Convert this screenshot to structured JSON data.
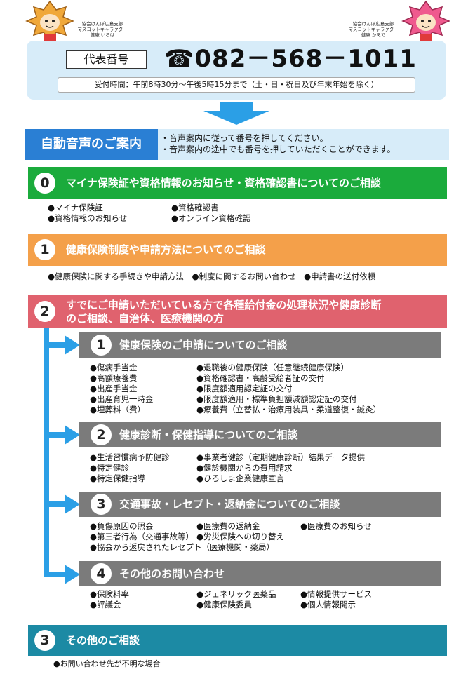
{
  "mascots": {
    "left": {
      "org": "協会けんぽ広島支部",
      "role": "マスコットキャラクター",
      "name": "健康 いろは"
    },
    "right": {
      "org": "協会けんぽ広島支部",
      "role": "マスコットキャラクター",
      "name": "健康 かえで"
    }
  },
  "phone": {
    "label": "代表番号",
    "icon": "telephone-icon",
    "number": "☎082－568－1011",
    "hours": "受付時間：午前8時30分～午後5時15分まで（土・日・祝日及び年末年始を除く）"
  },
  "auto": {
    "title": "自動音声のご案内",
    "line1": "・音声案内に従って番号を押してください。",
    "line2": "・音声案内の途中でも番号を押していただくことができます。"
  },
  "sections": [
    {
      "num": "0",
      "color": "#1bab3c",
      "title": "マイナ保険証や資格情報のお知らせ・資格確認書についてのご相談",
      "items_col1": [
        "●マイナ保険証",
        "●資格情報のお知らせ"
      ],
      "items_col2": [
        "●資格確認書",
        "●オンライン資格確認"
      ]
    },
    {
      "num": "1",
      "color": "#f4a04a",
      "title": "健康保険制度や申請方法についてのご相談",
      "items_line": "●健康保険に関する手続きや申請方法　●制度に関するお問い合わせ　●申請書の送付依頼"
    },
    {
      "num": "2",
      "color": "#e0626e",
      "title_line1": "すでにご申請いただいている方で各種給付金の処理状況や健康診断",
      "title_line2": "のご相談、自治体、医療機関の方"
    },
    {
      "num": "3",
      "color": "#1c8aa4",
      "title": "その他のご相談",
      "items_line": "●お問い合わせ先が不明な場合"
    }
  ],
  "subsections": [
    {
      "num": "1",
      "title": "健康保険のご申請についてのご相談",
      "col1": [
        "●傷病手当金",
        "●高額療養費",
        "●出産手当金",
        "●出産育児一時金",
        "●埋葬料（費）"
      ],
      "col2": [
        "●退職後の健康保険（任意継続健康保険）",
        "●資格確認書・高齢受給者証の交付",
        "●限度額適用認定証の交付",
        "●限度額適用・標準負担額減額認定証の交付",
        "●療養費（立替払・治療用装具・柔道整復・鍼灸）"
      ]
    },
    {
      "num": "2",
      "title": "健康診断・保健指導についてのご相談",
      "col1": [
        "●生活習慣病予防健診",
        "●特定健診",
        "●特定保健指導"
      ],
      "col2": [
        "●事業者健診（定期健康診断）結果データ提供",
        "●健診機関からの費用請求",
        "●ひろしま企業健康宣言"
      ]
    },
    {
      "num": "3",
      "title": "交通事故・レセプト・返納金についてのご相談",
      "col1": [
        "●負傷原因の照会",
        "●第三者行為（交通事故等）"
      ],
      "col2": [
        "●医療費の返納金",
        "●労災保険への切り替え"
      ],
      "col3": [
        "●医療費のお知らせ"
      ],
      "extra": "●協会から返戻されたレセプト（医療機関・薬局）"
    },
    {
      "num": "4",
      "title": "その他のお問い合わせ",
      "col1": [
        "●保険料率",
        "●評議会"
      ],
      "col2": [
        "●ジェネリック医薬品",
        "●健康保険委員"
      ],
      "col3": [
        "●情報提供サービス",
        "●個人情報開示"
      ]
    }
  ]
}
